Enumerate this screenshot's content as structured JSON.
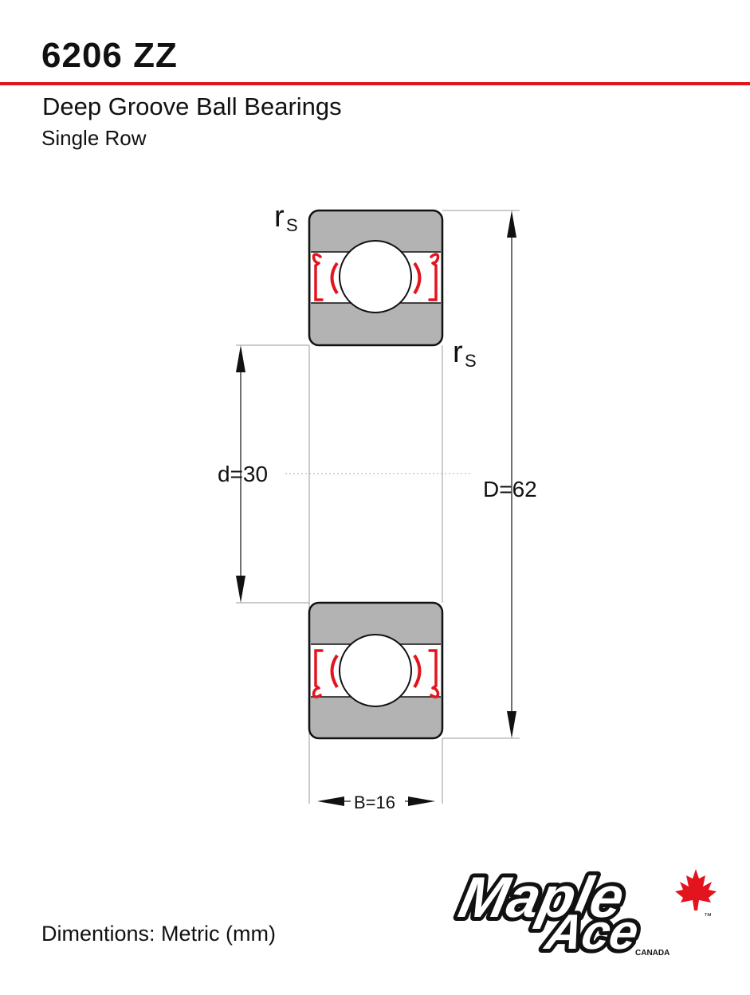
{
  "header": {
    "title": "6206 ZZ",
    "subtitle": "Deep Groove Ball Bearings",
    "subtitle2": "Single Row"
  },
  "dimensions": {
    "rs_label": "r",
    "rs_sub": "S",
    "bore": "d=30",
    "outer": "D=62",
    "width": "B=16"
  },
  "footer": {
    "units": "Dimentions: Metric (mm)"
  },
  "brand": {
    "line1": "Maple",
    "line2": "Ace",
    "country": "CANADA",
    "tm": "™"
  },
  "colors": {
    "accent": "#e3141d",
    "ring": "#b3b3b3",
    "outline": "#111111"
  }
}
